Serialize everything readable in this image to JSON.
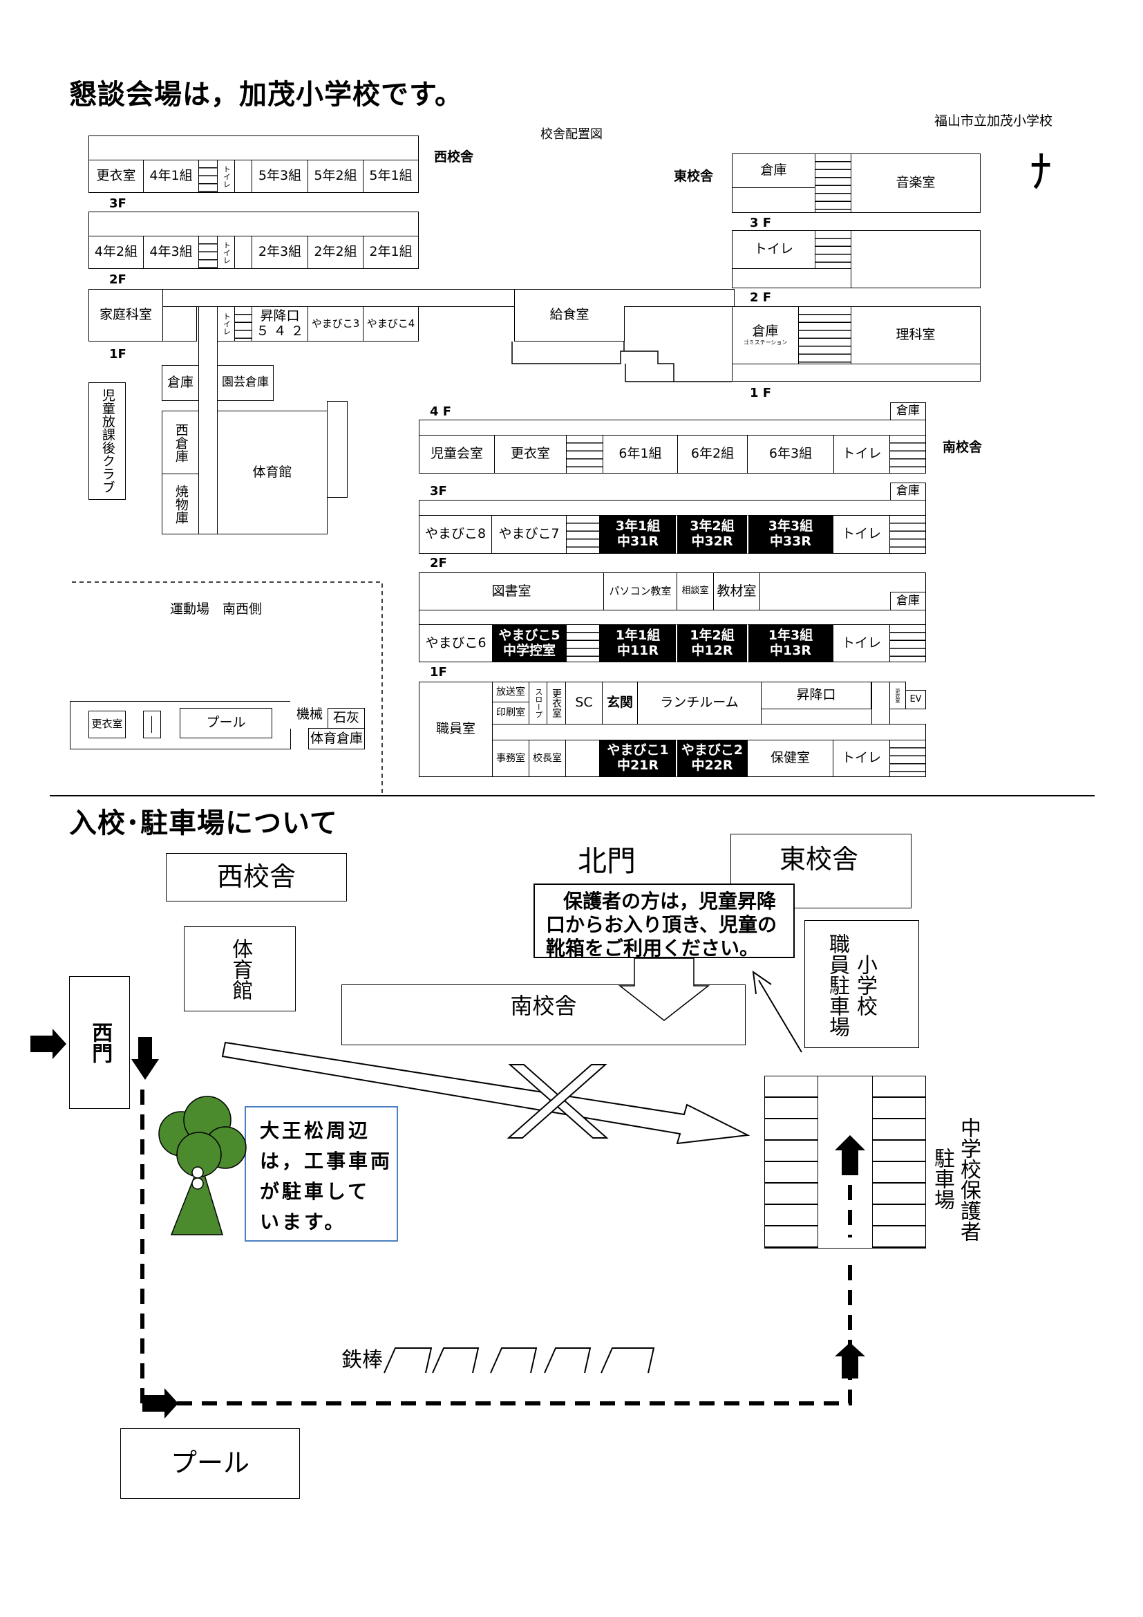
{
  "header": {
    "title": "懇談会場は，加茂小学校です。",
    "school": "福山市立加茂小学校",
    "map_title": "校舎配置図"
  },
  "floors": {
    "f4": "4F",
    "f3": "3F",
    "f2": "2F",
    "f1": "1F",
    "f3s": "3 F",
    "f2s": "2 F",
    "f1s": "1 F",
    "f4s": "4 F"
  },
  "west": {
    "label": "西校舎",
    "f3": [
      "更衣室",
      "4年1組",
      "トイレ",
      "5年3組",
      "5年2組",
      "5年1組"
    ],
    "f2": [
      "4年2組",
      "4年3組",
      "トイレ",
      "2年3組",
      "2年2組",
      "2年1組"
    ],
    "f1": {
      "home": "家庭科室",
      "toilet": "トイレ",
      "stair": "昇降口",
      "stair_num": "５ ４ ２",
      "y3": "やまびこ3",
      "y4": "やまびこ4"
    },
    "storage": "倉庫",
    "garden": "園芸倉庫",
    "west_storage": "西倉庫",
    "kiln": "焼物庫",
    "gym": "体育館",
    "afterschool": "児童放課後クラブ"
  },
  "kitchen": "給食室",
  "east": {
    "label": "東校舎",
    "storage": "倉庫",
    "music": "音楽室",
    "toilet": "トイレ",
    "storage2": "倉庫",
    "garbage": "ゴミステーション",
    "science": "理科室"
  },
  "south": {
    "label": "南校舎",
    "storage": "倉庫",
    "f4": [
      "児童会室",
      "更衣室",
      "6年1組",
      "6年2組",
      "6年3組",
      "トイレ"
    ],
    "f3": [
      "やまびこ8",
      "やまびこ7"
    ],
    "f3_meet": [
      [
        "3年1組",
        "中31R"
      ],
      [
        "3年2組",
        "中32R"
      ],
      [
        "3年3組",
        "中33R"
      ]
    ],
    "f3_toilet": "トイレ",
    "f2_top": [
      "図書室",
      "パソコン教室",
      "相談室",
      "教材室"
    ],
    "f2": [
      "やまびこ6"
    ],
    "f2_meet": [
      [
        "やまびこ5",
        "中学控室"
      ],
      [
        "1年1組",
        "中11R"
      ],
      [
        "1年2組",
        "中12R"
      ],
      [
        "1年3組",
        "中13R"
      ]
    ],
    "f2_toilet": "トイレ",
    "f1": {
      "staff": "職員室",
      "broadcast": "放送室",
      "print": "印刷室",
      "slope": "スロープ",
      "locker": "更衣室",
      "sc": "SC",
      "entrance": "玄関",
      "lunch": "ランチルーム",
      "stair": "昇降口",
      "locker2": "更衣室",
      "ev": "EV",
      "office": "事務室",
      "principal": "校長室",
      "health": "保健室",
      "toilet": "トイレ"
    },
    "f1_meet": [
      [
        "やまびこ1",
        "中21R"
      ],
      [
        "やまびこ2",
        "中22R"
      ]
    ]
  },
  "ground": {
    "label": "運動場　南西側",
    "locker": "更衣室",
    "pool": "プール",
    "machine": "機械",
    "lime": "石灰",
    "pe_storage": "体育倉庫"
  },
  "section2": {
    "title": "入校･駐車場について",
    "north_gate": "北門",
    "west_bldg": "西校舎",
    "east_bldg": "東校舎",
    "gym": "体育館",
    "south_bldg": "南校舎",
    "staff_parking": "職員駐車場",
    "elem": "小学校",
    "west_gate": "西門",
    "note": "保護者の方は，児童昇降口からお入り頂き、児童の靴箱をご利用ください。",
    "note_lines": [
      "保護者の方は，児童昇降",
      "口からお入り頂き、児童の",
      "靴箱をご利用ください。"
    ],
    "pine_lines": [
      "大王松周辺",
      "は，工事車両",
      "が駐車して",
      "います。"
    ],
    "parking_a": "中学校保護者",
    "parking_b": "駐車場",
    "bar": "鉄棒",
    "pool": "プール"
  },
  "colors": {
    "tree": "#4c8a2e",
    "note_border": "#4a7fc1"
  }
}
